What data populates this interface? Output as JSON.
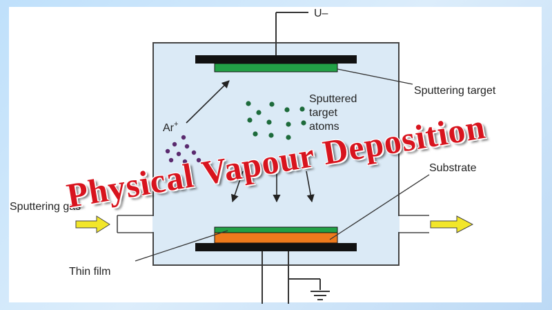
{
  "diagram": {
    "title": "Physical Vapour Deposition",
    "labels": {
      "voltage": "U–",
      "sputtering_target": "Sputtering target",
      "sputtered_atoms_line1": "Sputtered",
      "sputtered_atoms_line2": "target",
      "sputtered_atoms_line3": "atoms",
      "argon_ion": "Ar+",
      "substrate": "Substrate",
      "sputtering_gas": "Sputtering gas",
      "thin_film": "Thin film"
    },
    "colors": {
      "chamber_fill": "#dbeaf6",
      "target": "#22a046",
      "substrate": "#ee7a1c",
      "electrode": "#111111",
      "atom": "#1d6b3b",
      "ion": "#5a2a6e",
      "gas_arrow": "#f2e62a",
      "title": "#d8141e"
    }
  }
}
